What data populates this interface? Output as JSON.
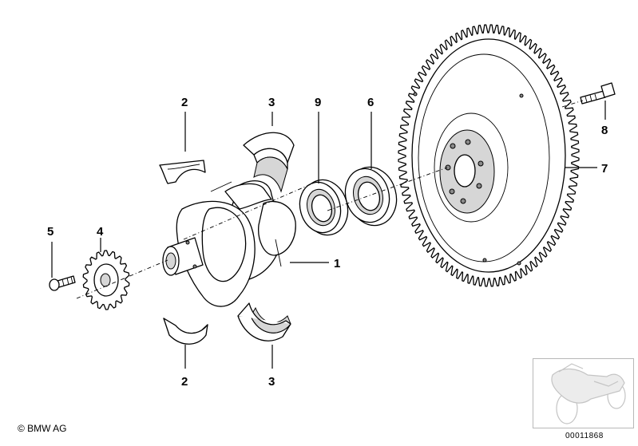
{
  "callouts": {
    "c1": "1",
    "c2_top": "2",
    "c2_bottom": "2",
    "c3_top": "3",
    "c3_bottom": "3",
    "c4": "4",
    "c5": "5",
    "c6": "6",
    "c7": "7",
    "c8": "8",
    "c9": "9"
  },
  "footer": {
    "copyright": "© BMW AG",
    "doc_number": "00011868"
  }
}
